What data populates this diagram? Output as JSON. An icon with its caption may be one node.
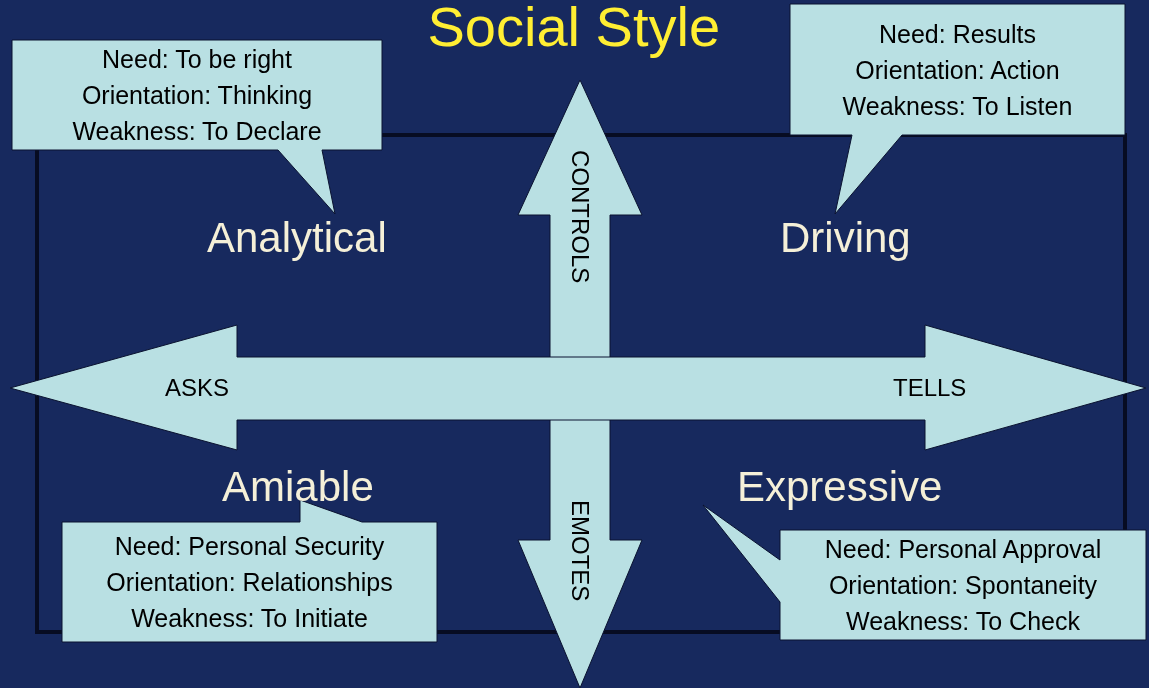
{
  "diagram": {
    "title": "Social Style",
    "nodes": [
      {
        "text": [
          "Need: To be right",
          "Orientation: Thinking",
          "Weakness: To Declare"
        ]
      },
      {
        "text": [
          "Need: Results",
          "Orientation: Action",
          "Weakness: To Listen"
        ]
      },
      {
        "text": [
          "Analytical"
        ]
      },
      {
        "text": [
          "Driving"
        ]
      },
      {
        "text": [
          "Amiable"
        ]
      },
      {
        "text": [
          "Expressive"
        ]
      },
      {
        "text": [
          "Need: Personal Security",
          "Orientation: Relationships",
          "Weakness: To Initiate"
        ]
      },
      {
        "text": [
          "Need: Personal Approval",
          "Orientation: Spontaneity",
          "Weakness: To Check"
        ]
      }
    ],
    "labels": [
      "CONTROLS",
      "ASKS",
      "TELLS",
      "EMOTES"
    ]
  }
}
